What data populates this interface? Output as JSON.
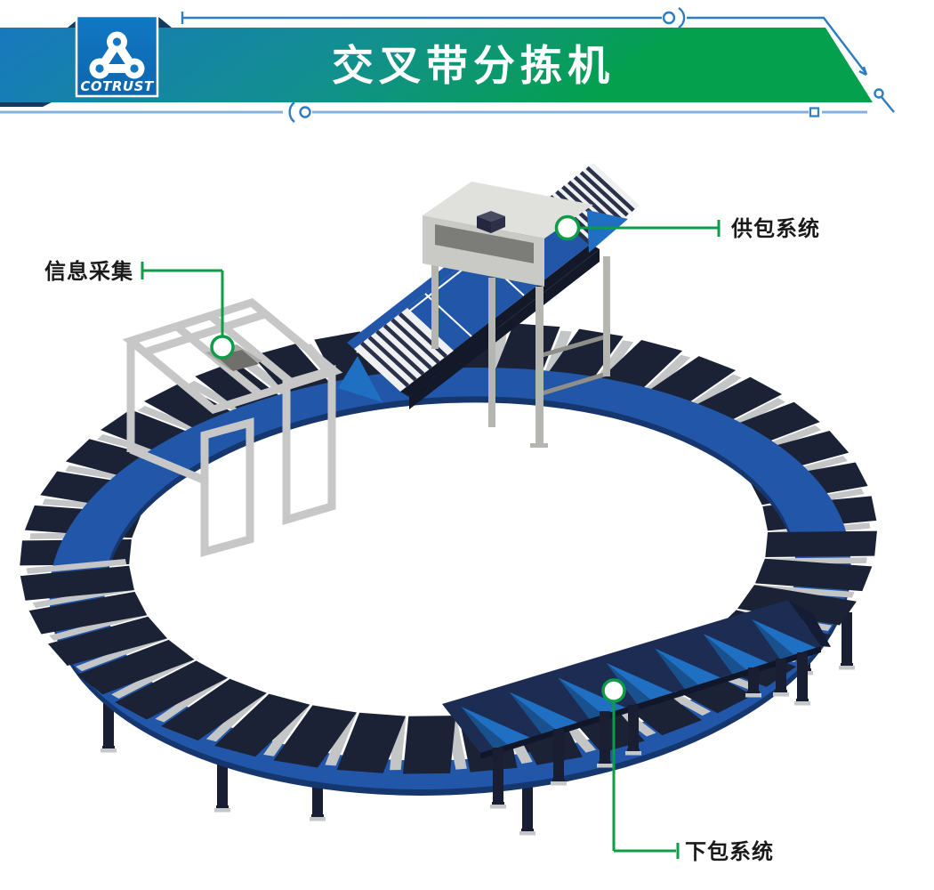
{
  "header": {
    "title": "交叉带分拣机",
    "brand": "COTRUST"
  },
  "callouts": {
    "info": "信息采集",
    "supply": "供包系统",
    "discharge": "下包系统"
  },
  "colors": {
    "band": "#2156a8",
    "bandShadow": "#16366e",
    "tray": "#1b2236",
    "gap": "#c3c5c7",
    "panel": "#1d2c52",
    "panelUnder": "#10172b",
    "panelEnd": "#141d35",
    "chuteBright": "#1f6fc3",
    "chuteShadow": "#19518f",
    "leg": "#191e33",
    "foot": "#c6c7c9",
    "rampUnder": "#141929",
    "stripeBg": "#eef0f2",
    "stripeBar": "#2a3148",
    "green": "#0f9c49",
    "label": "#1a1a1a",
    "bannerBlue": "#1878bf",
    "bannerTeal": "#12908e",
    "bannerGreen": "#04a04e",
    "badgeBlue": "#1178c4",
    "badgeBlueDark": "#0d66ad",
    "ribbon": "#123a63",
    "lineMed": "#2e7cc2",
    "lineLight": "#84b1dc",
    "frameGray": "#c7c7c7",
    "hopperTop": "#e0e1dd",
    "hopperFront": "#c9cac6",
    "hopperInner": "#7c7d79",
    "grayLeg": "#b5b6b2",
    "brace": "#8e8f8b",
    "plate": "#a9aaa6",
    "plateDark": "#6f706c",
    "white": "#ffffff"
  }
}
